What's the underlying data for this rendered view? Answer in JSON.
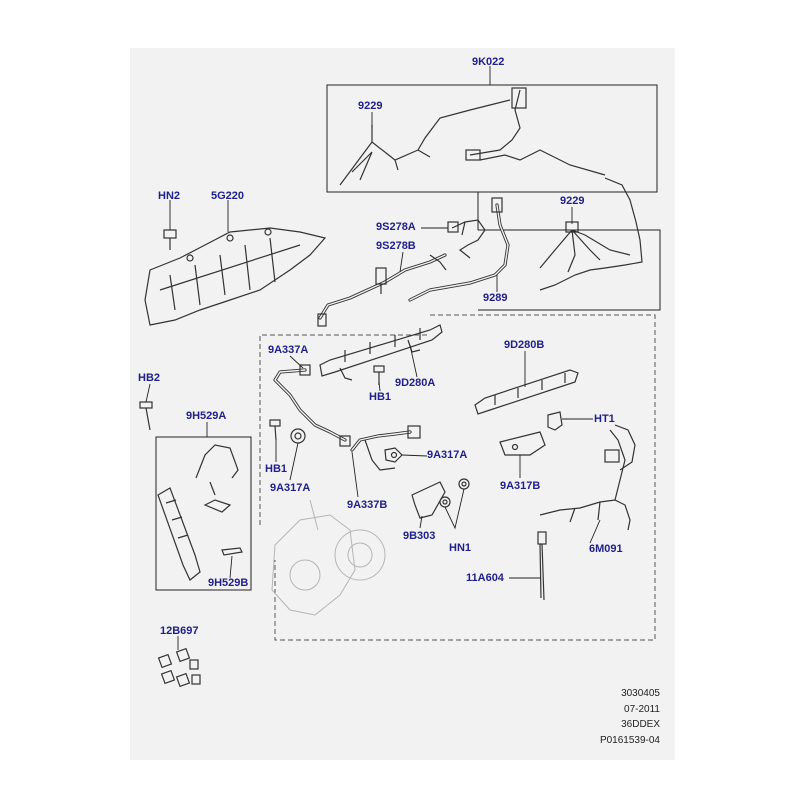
{
  "labels": {
    "k022": "9K022",
    "p9229_top": "9229",
    "p9229_right": "9229",
    "hn2": "HN2",
    "g220": "5G220",
    "s278a": "9S278A",
    "s278b": "9S278B",
    "p9289": "9289",
    "a337a": "9A337A",
    "d280b": "9D280B",
    "d280a": "9D280A",
    "hb2": "HB2",
    "hb1_mid": "HB1",
    "h529a": "9H529A",
    "ht1": "HT1",
    "hb1_left": "HB1",
    "a317a_left": "9A317A",
    "a317a_right": "9A317A",
    "a317b": "9A317B",
    "a337b": "9A337B",
    "b303": "9B303",
    "hn1": "HN1",
    "m091": "6M091",
    "a604": "11A604",
    "h529b": "9H529B",
    "b697": "12B697"
  },
  "info": {
    "line1": "3030405",
    "line2": "07-2011",
    "line3": "36DDEX",
    "line4": "P0161539-04"
  }
}
